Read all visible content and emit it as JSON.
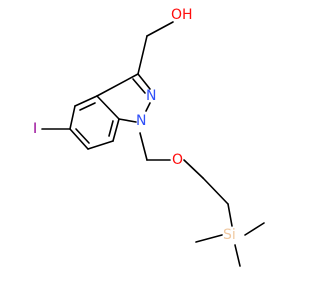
{
  "molecule": {
    "atoms": {
      "hydroxyl": {
        "text": "OH",
        "color": "#ff0d0d"
      },
      "pyrazole_n2": {
        "text": "N",
        "color": "#3050f8"
      },
      "pyrazole_n1": {
        "text": "N",
        "color": "#3050f8"
      },
      "iodine": {
        "text": "I",
        "color": "#940094"
      },
      "ether_oxygen": {
        "text": "O",
        "color": "#ff0d0d"
      },
      "silicon": {
        "text": "Si",
        "color": "#f0c8a0"
      }
    },
    "bond_color": "#000000"
  }
}
